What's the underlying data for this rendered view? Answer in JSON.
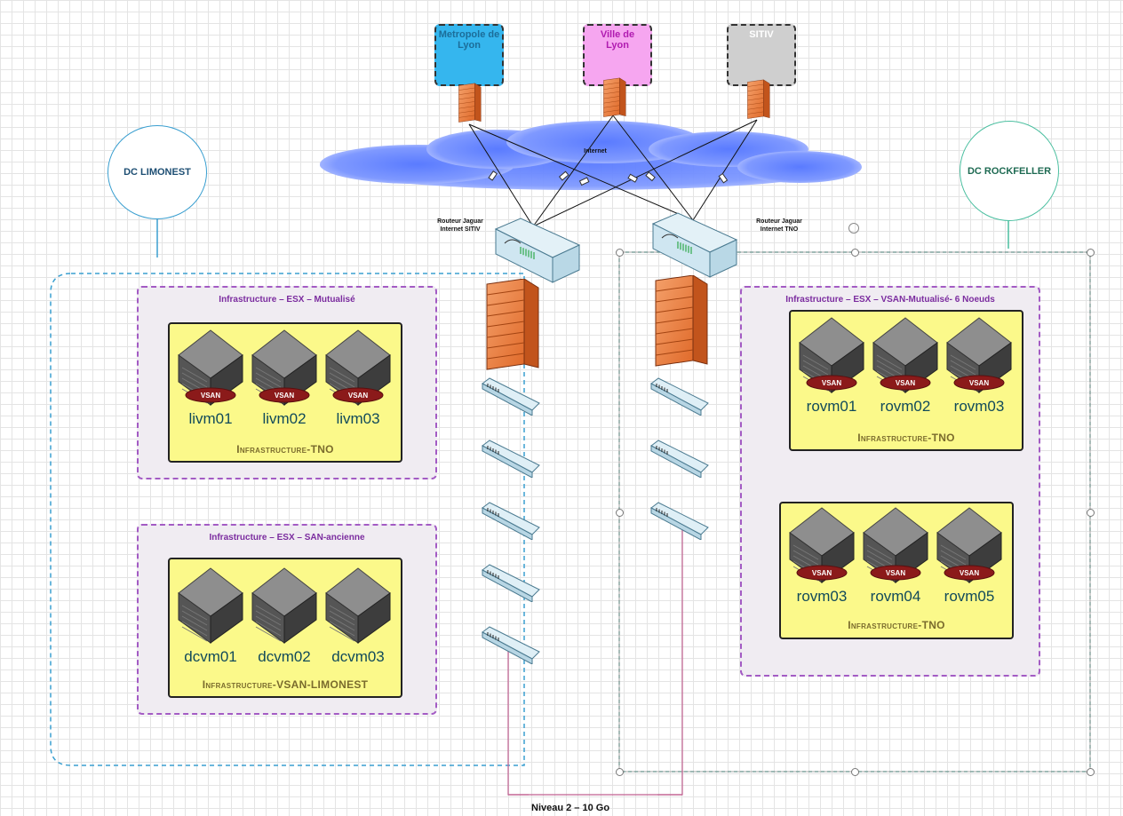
{
  "diagram": {
    "external_sites": [
      {
        "line1": "Metropole de",
        "line2": "Lyon",
        "fill": "#35b6ee",
        "text_color": "#1c6d99"
      },
      {
        "line1": "Ville de",
        "line2": "Lyon",
        "fill": "#f6a6f0",
        "text_color": "#b01ab0"
      },
      {
        "line1": "SITIV",
        "line2": "",
        "fill": "#cfcfcf",
        "text_color": "#ffffff"
      }
    ],
    "cloud_label": "Internet",
    "dc_left": {
      "name": "DC LIMONEST",
      "color": "#3a9fd0",
      "text_color": "#1d4e73"
    },
    "dc_right": {
      "name": "DC ROCKFELLER",
      "color": "#4bbfa0",
      "text_color": "#1e6a52"
    },
    "routers": [
      {
        "line1": "Routeur Jaguar",
        "line2": "Internet SITIV"
      },
      {
        "line1": "Routeur Jaguar",
        "line2": "Internet TNO"
      }
    ],
    "infra_blocks": [
      {
        "title": "Infrastructure – ESX – Mutualisé",
        "servers": [
          "livm01",
          "livm02",
          "livm03"
        ],
        "vsan": true,
        "footer": "Infrastructure-TNO"
      },
      {
        "title": "Infrastructure – ESX – SAN-ancienne",
        "servers": [
          "dcvm01",
          "dcvm02",
          "dcvm03"
        ],
        "vsan": false,
        "footer": "Infrastructure-VSAN-LIMONEST"
      },
      {
        "title": "Infrastructure – ESX – VSAN-Mutualisé- 6 Noeuds",
        "servers": [
          "rovm01",
          "rovm02",
          "rovm03"
        ],
        "vsan": true,
        "footer": "Infrastructure-TNO"
      },
      {
        "title": "",
        "servers": [
          "rovm03",
          "rovm04",
          "rovm05"
        ],
        "vsan": true,
        "footer": "Infrastructure-TNO"
      }
    ],
    "vsan_label": "VSAN",
    "link_label": "Niveau 2 – 10 Go"
  }
}
